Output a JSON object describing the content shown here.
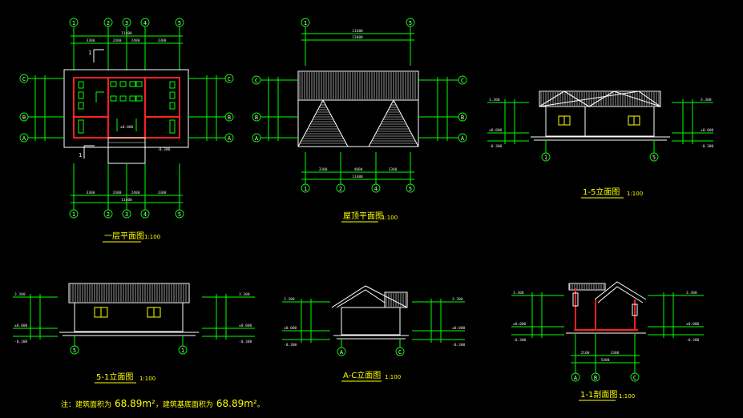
{
  "drawings": {
    "floor_plan": {
      "title": "一层平面图",
      "scale": "1:100",
      "axes_top": [
        "1",
        "2",
        "3",
        "4",
        "5"
      ],
      "axes_bottom": [
        "1",
        "2",
        "3",
        "4",
        "5"
      ],
      "axes_left": [
        "C",
        "B",
        "A"
      ],
      "axes_right": [
        "C",
        "B",
        "A"
      ],
      "dims_top": [
        "3300",
        "2400",
        "2400",
        "3300"
      ],
      "dims_bottom": [
        "3300",
        "2400",
        "2400",
        "3300"
      ],
      "dim_total": "11400",
      "section_mark": "1",
      "levels": [
        "±0.000",
        "-0.300"
      ]
    },
    "roof_plan": {
      "title": "屋顶平面图",
      "scale": "1:100",
      "axes_top": [
        "1",
        "5"
      ],
      "axes_bottom": [
        "1",
        "2",
        "4",
        "5"
      ],
      "axes_left": [
        "C",
        "B",
        "A"
      ],
      "axes_right": [
        "C",
        "B",
        "A"
      ],
      "dims_top": [
        "11400",
        "12000"
      ],
      "dims_bottom": [
        "3300",
        "4800",
        "3300"
      ],
      "dim_total": "11400"
    },
    "elev_1_5": {
      "title": "1-5立面图",
      "scale": "1:100",
      "axes": [
        "1",
        "5"
      ],
      "levels": [
        "3.300",
        "±0.000",
        "-0.300"
      ]
    },
    "elev_5_1": {
      "title": "5-1立面图",
      "scale": "1:100",
      "axes": [
        "5",
        "1"
      ],
      "levels": [
        "3.300",
        "±0.000",
        "-0.300"
      ]
    },
    "elev_a_c": {
      "title": "A-C立面图",
      "scale": "1:100",
      "axes": [
        "A",
        "C"
      ],
      "levels": [
        "3.300",
        "±0.000",
        "-0.300"
      ]
    },
    "section_1_1": {
      "title": "1-1剖面图",
      "scale": "1:100",
      "axes": [
        "A",
        "B",
        "C"
      ],
      "dims": [
        "2100",
        "3300"
      ],
      "dim_total": "5400",
      "levels": [
        "3.300",
        "±0.000",
        "-0.300"
      ]
    }
  },
  "note": {
    "prefix": "注：建筑面积为",
    "area1": "68.89m²",
    "middle": "，建筑基底面积为",
    "area2": "68.89m²",
    "suffix": "。"
  },
  "colors": {
    "background": "#000000",
    "grid_lines": "#00ff00",
    "outlines": "#ffffff",
    "walls": "#ff2020",
    "text": "#ffff00"
  }
}
